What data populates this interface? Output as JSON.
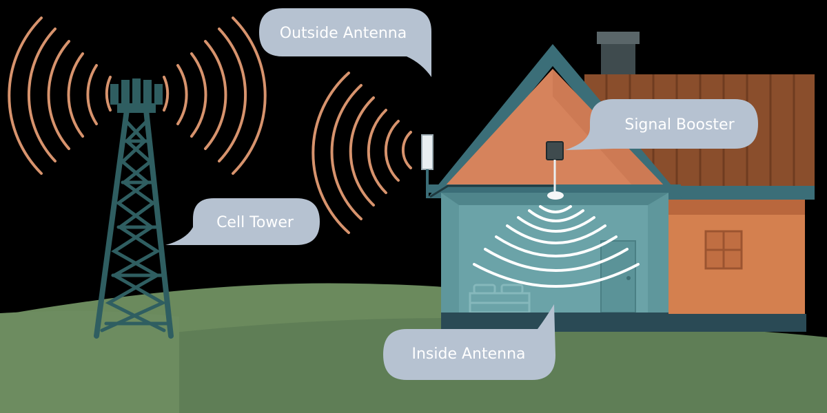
{
  "callouts": {
    "outside_antenna": "Outside Antenna",
    "signal_booster": "Signal Booster",
    "cell_tower": "Cell Tower",
    "inside_antenna": "Inside Antenna"
  },
  "colors": {
    "background": "#000000",
    "ground_far": "#6b8a5d",
    "ground_near": "#5f7e56",
    "signal_wave": "#d7936d",
    "inside_wave": "#ffffff",
    "tower": "#2f5e61",
    "house_wall": "#5f979c",
    "house_roof_trim": "#3b6e78",
    "gable": "#d6835c",
    "extension_wall": "#d4804f",
    "extension_roof": "#8a4e2c",
    "callout_bubble": "#b6c2d1"
  }
}
